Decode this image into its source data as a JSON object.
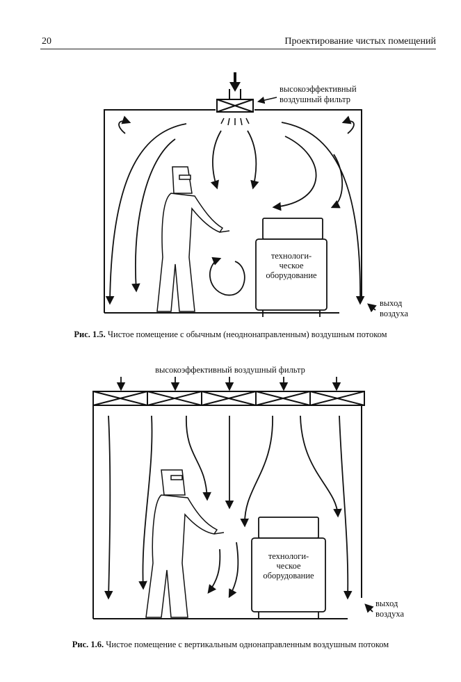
{
  "header": {
    "page_number": "20",
    "running_title": "Проектирование чистых помещений"
  },
  "figure_1_5": {
    "filter_label_line1": "высокоэффективный",
    "filter_label_line2": "воздушный фильтр",
    "equipment_line1": "технологи-",
    "equipment_line2": "ческое",
    "equipment_line3": "оборудование",
    "outlet_line1": "выход",
    "outlet_line2": "воздуха",
    "caption_label": "Рис. 1.5.",
    "caption_text": " Чистое помещение с обычным (неоднонаправленным) воздушным потоком"
  },
  "figure_1_6": {
    "filter_label": "высокоэффективный воздушный фильтр",
    "equipment_line1": "технологи-",
    "equipment_line2": "ческое",
    "equipment_line3": "оборудование",
    "outlet_line1": "выход",
    "outlet_line2": "воздуха",
    "caption_label": "Рис. 1.6.",
    "caption_text": " Чистое помещение с вертикальным однонаправленным воздушным потоком"
  }
}
